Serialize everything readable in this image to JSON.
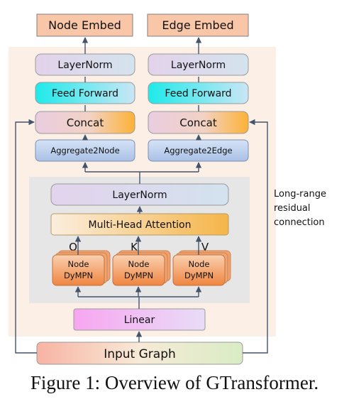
{
  "diagram": {
    "outputs": {
      "node_embed": "Node Embed",
      "edge_embed": "Edge Embed"
    },
    "node_branch": {
      "layernorm": "LayerNorm",
      "feed_forward": "Feed Forward",
      "concat": "Concat",
      "aggregate": "Aggregate2Node"
    },
    "edge_branch": {
      "layernorm": "LayerNorm",
      "feed_forward": "Feed Forward",
      "concat": "Concat",
      "aggregate": "Aggregate2Edge"
    },
    "attention_block": {
      "layernorm": "LayerNorm",
      "mha": "Multi-Head Attention",
      "qkv": [
        "Q",
        "K",
        "V"
      ],
      "dympn_line1": "Node",
      "dympn_line2": "DyMPN"
    },
    "linear": "Linear",
    "input": "Input Graph",
    "residual_note": [
      "Long-range",
      "residual",
      "connection"
    ]
  },
  "caption": "Figure 1: Overview of GTransformer.",
  "colors": {
    "outer_panel": "#fcefe6",
    "inner_panel": "#e6e6e6",
    "output_box": "#f9c7a8",
    "arrow": "#44546a",
    "border": "#7f7f7f"
  }
}
